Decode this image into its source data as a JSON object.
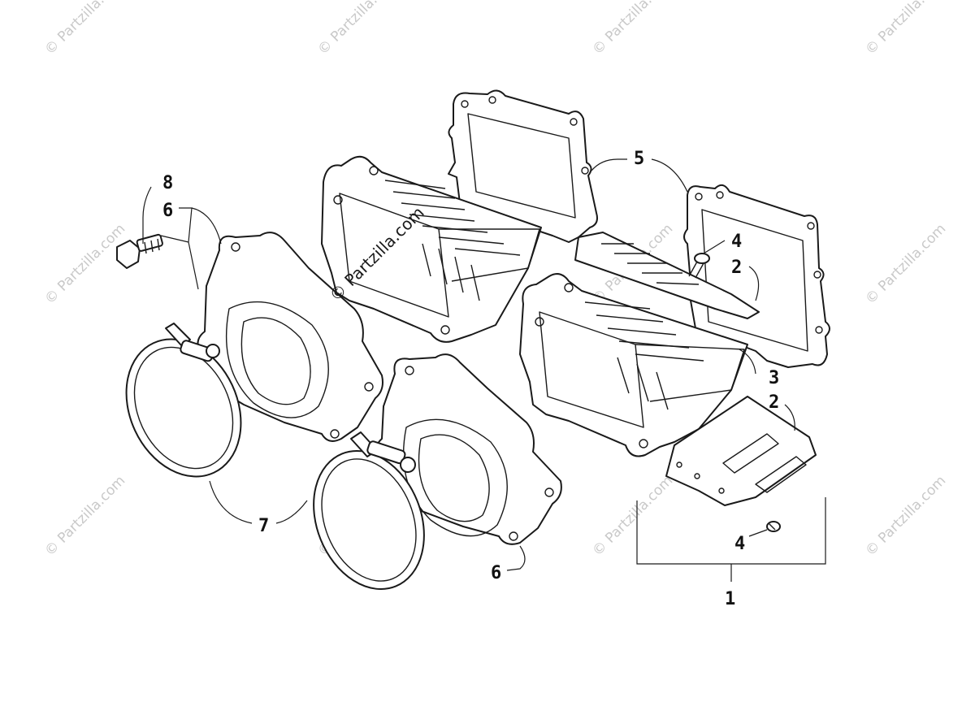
{
  "watermark": {
    "text": "© Partzilla.com",
    "center_text": "© Partzilla.com"
  },
  "callouts": {
    "assembly": "1",
    "reed_petal_upper": "2",
    "reed_petal_lower": "2",
    "reed_cage": "3",
    "screw_upper": "4",
    "screw_lower": "4",
    "gasket": "5",
    "flange_upper": "6",
    "flange_lower": "6",
    "clamp": "7",
    "bolt": "8"
  },
  "colors": {
    "line": "#1a1a1a",
    "watermark": "#c9c9c9",
    "background": "#ffffff"
  }
}
